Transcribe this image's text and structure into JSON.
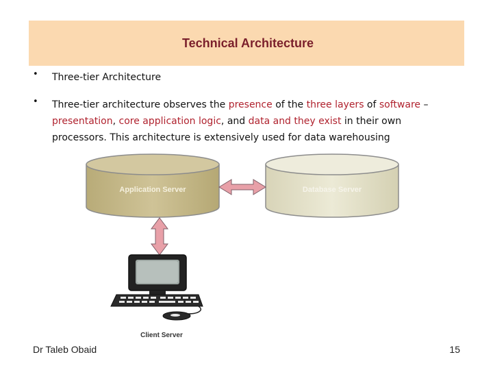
{
  "slide": {
    "title": "Technical Architecture",
    "bullet1": "Three-tier Architecture",
    "bullet2_parts": [
      {
        "text": "Three-tier architecture observes the ",
        "hl": false
      },
      {
        "text": "presence",
        "hl": true
      },
      {
        "text": " of the ",
        "hl": false
      },
      {
        "text": "three layers",
        "hl": true
      },
      {
        "text": " of ",
        "hl": false
      },
      {
        "text": "software",
        "hl": true
      },
      {
        "text": " – ",
        "hl": false
      },
      {
        "text": "presentation",
        "hl": true
      },
      {
        "text": ", ",
        "hl": false
      },
      {
        "text": "core application logic",
        "hl": true
      },
      {
        "text": ", and ",
        "hl": false
      },
      {
        "text": "data and they exist",
        "hl": true
      },
      {
        "text": " in their own processors. This architecture is extensively used for data warehousing",
        "hl": false
      }
    ]
  },
  "diagram": {
    "app_server_label": "Application Server",
    "db_server_label": "Database Server",
    "client_label": "Client Server"
  },
  "footer": {
    "author": "Dr Taleb Obaid",
    "page_number": "15"
  },
  "colors": {
    "title_bg": "#fbd9b0",
    "title_text": "#7a1f2b",
    "highlight": "#b0222e",
    "app_cylinder": "#c6b98a",
    "db_cylinder": "#e3e0c8",
    "arrow": "#e8a0a8"
  }
}
